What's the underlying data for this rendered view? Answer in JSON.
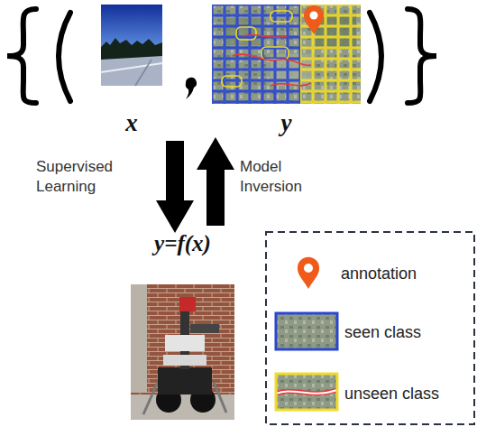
{
  "diagram": {
    "nodes": [
      {
        "text": [
          "x"
        ]
      },
      {
        "text": [
          "y"
        ]
      },
      {
        "text": [
          "y=f(x)"
        ]
      }
    ],
    "labels": [
      "Supervised Learning",
      "Model Inversion"
    ],
    "legend": [
      {
        "text": "annotation"
      },
      {
        "text": "seen class"
      },
      {
        "text": "unseen class"
      }
    ]
  }
}
